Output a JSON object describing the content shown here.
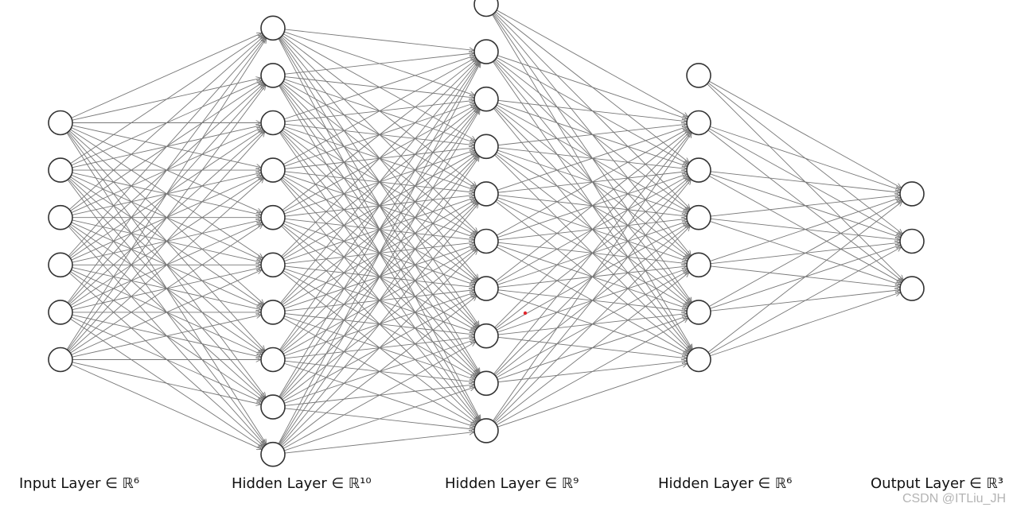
{
  "diagram": {
    "type": "feed-forward neural network",
    "bias_nodes": true,
    "layers": [
      {
        "label": "Input Layer ∈ ℝ⁶",
        "neurons": 6,
        "bias": false
      },
      {
        "label": "Hidden Layer ∈ ℝ¹⁰",
        "neurons": 10,
        "bias": false
      },
      {
        "label": "Hidden Layer ∈ ℝ⁹",
        "neurons": 9,
        "bias": true
      },
      {
        "label": "Hidden Layer ∈ ℝ⁶",
        "neurons": 6,
        "bias": true
      },
      {
        "label": "Output Layer ∈ ℝ³",
        "neurons": 3,
        "bias": false
      }
    ],
    "colors": {
      "node_stroke": "#333333",
      "node_fill": "#ffffff",
      "edge": "#777777",
      "marker": "#e0282e"
    }
  },
  "watermark": "CSDN @ITLiu_JH"
}
